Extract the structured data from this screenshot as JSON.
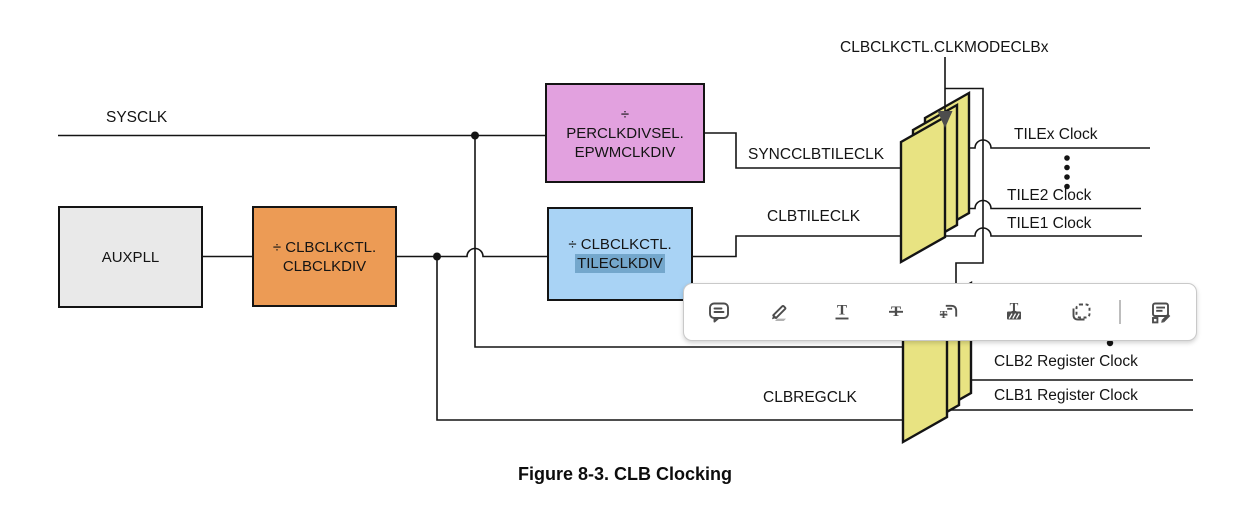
{
  "figure": {
    "caption": "Figure 8-3. CLB Clocking",
    "blocks": {
      "auxpll": {
        "label": "AUXPLL"
      },
      "clb_clk_div": {
        "line1": "÷ CLBCLKCTL.",
        "line2": "CLBCLKDIV"
      },
      "epwm_clk_div": {
        "line1": "÷",
        "line2": "PERCLKDIVSEL.",
        "line3": "EPWMCLKDIV"
      },
      "tile_clk_div": {
        "line1": "÷ CLBCLKCTL.",
        "line2": "TILECLKDIV"
      }
    },
    "wire_labels": {
      "sysclk": "SYSCLK",
      "clkmodeclbx": "CLBCLKCTL.CLKMODECLBx",
      "syncclbtileclk": "SYNCCLBTILECLK",
      "clbtileclk": "CLBTILECLK",
      "clbregclk": "CLBREGCLK"
    },
    "outputs": {
      "tilex": "TILEx Clock",
      "tile2": "TILE2 Clock",
      "tile1": "TILE1 Clock",
      "clb2reg": "CLB2 Register Clock",
      "clb1reg": "CLB1 Register Clock"
    },
    "selection": {
      "selected_text": "TILECLKDIV"
    }
  },
  "toolbar": {
    "tools": [
      {
        "id": "add-comment",
        "icon": "comment-icon",
        "glyph": ""
      },
      {
        "id": "highlight-pen",
        "icon": "highlighter-icon",
        "glyph": ""
      },
      {
        "id": "underline-text",
        "icon": "underline-icon",
        "glyph": "T"
      },
      {
        "id": "strikethrough-text",
        "icon": "strikethrough-icon",
        "glyph": "T"
      },
      {
        "id": "replace-text",
        "icon": "replace-text-icon",
        "glyph": "T"
      },
      {
        "id": "highlight-area",
        "icon": "text-highlight-icon",
        "glyph": "T"
      },
      {
        "id": "select-region",
        "icon": "marquee-icon",
        "glyph": ""
      },
      {
        "id": "edit-annotation",
        "icon": "note-edit-icon",
        "glyph": ""
      }
    ]
  },
  "colors": {
    "block_gray": "#e9e9e9",
    "block_orange": "#ec9b55",
    "block_pink": "#e2a1df",
    "block_blue": "#a9d3f5",
    "mux_yellow": "#e8e382",
    "selection_highlight": "#74a7cc",
    "wire": "#141414",
    "toolbar_icon": "#4d4d4d"
  }
}
